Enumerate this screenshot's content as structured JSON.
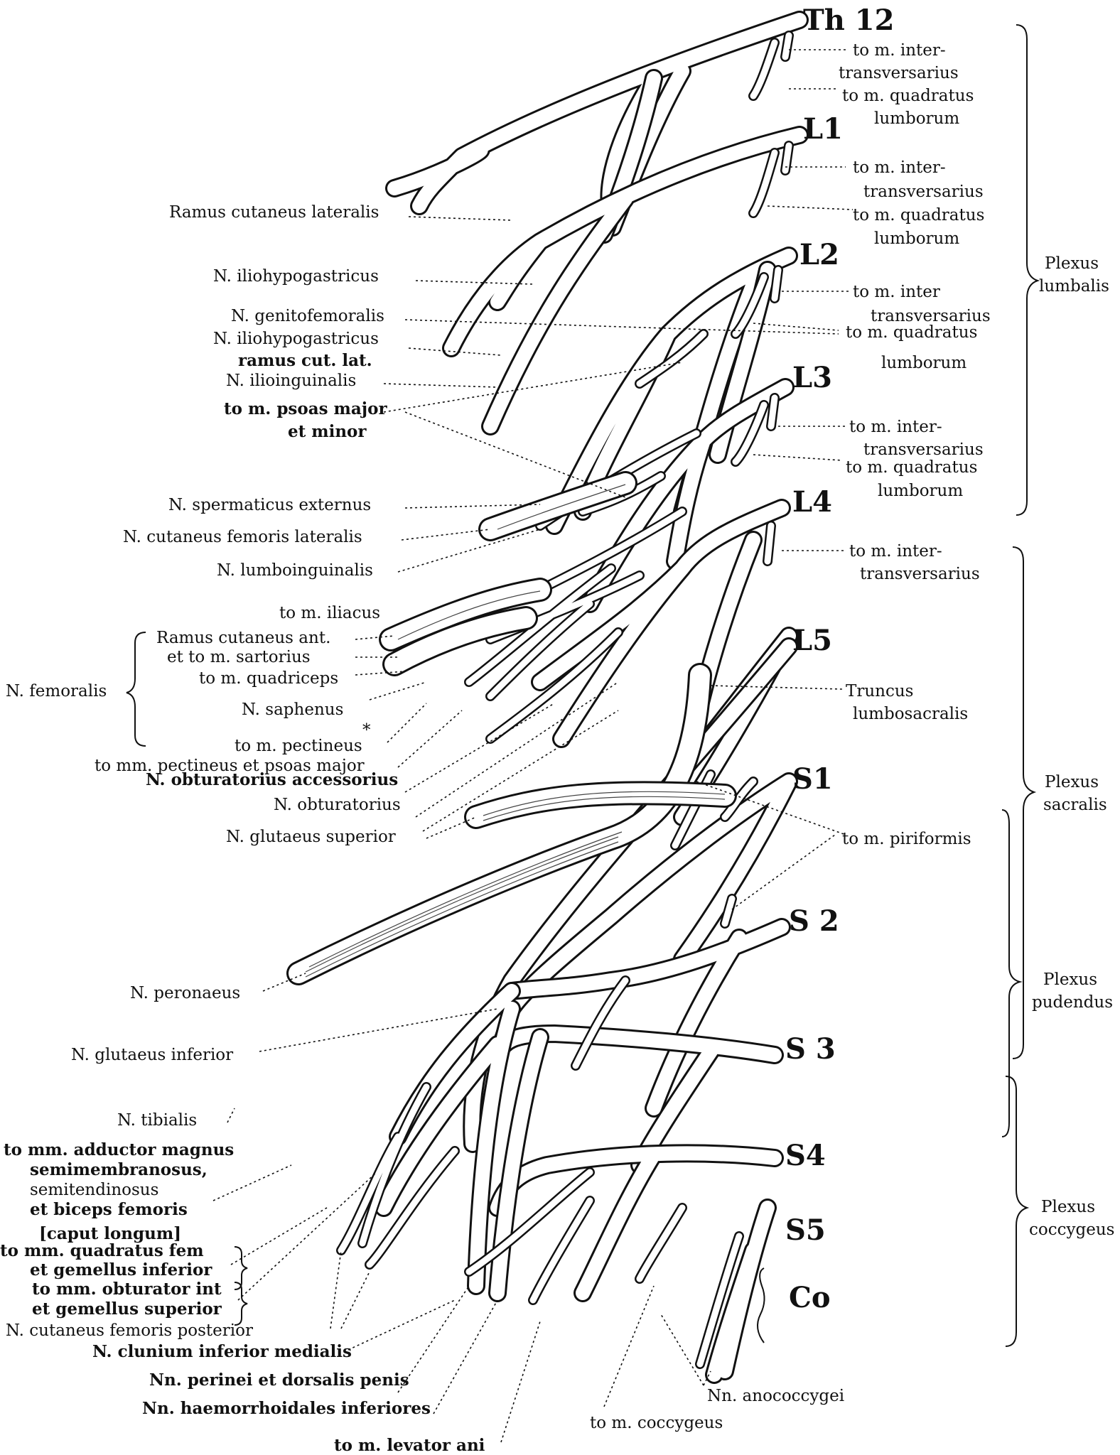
{
  "roots": {
    "th12": "Th 12",
    "l1": "L1",
    "l2": "L2",
    "l3": "L3",
    "l4": "L4",
    "l5": "L5",
    "s1": "S1",
    "s2": "S 2",
    "s3": "S 3",
    "s4": "S4",
    "s5": "S5",
    "co": "Co"
  },
  "right_labels": {
    "th12_a1": "to m. inter-",
    "th12_a2": "transversarius",
    "th12_b1": "to m. quadratus",
    "th12_b2": "lumborum",
    "l1_a1": "to m. inter-",
    "l1_a2": "transversarius",
    "l1_b1": "to m. quadratus",
    "l1_b2": "lumborum",
    "l2_a1": "to m. inter",
    "l2_a2": "transversarius",
    "l2_b1": "to m. quadratus",
    "l2_b2": "lumborum",
    "l3_a1": "to m. inter-",
    "l3_a2": "transversarius",
    "l3_b1": "to m. quadratus",
    "l3_b2": "lumborum",
    "l4_a1": "to m. inter-",
    "l4_a2": "transversarius",
    "truncus1": "Truncus",
    "truncus2": "lumbosacralis",
    "piriformis": "to m. piriformis"
  },
  "plexus": {
    "lumbalis1": "Plexus",
    "lumbalis2": "lumbalis",
    "sacralis1": "Plexus",
    "sacralis2": "sacralis",
    "pudendus1": "Plexus",
    "pudendus2": "pudendus",
    "coccygeus1": "Plexus",
    "coccygeus2": "coccygeus"
  },
  "left_labels": {
    "ramus_cut_lat": "Ramus cutaneus lateralis",
    "iliohypo": "N. iliohypogastricus",
    "genitofem": "N. genitofemoralis",
    "iliohypo_r1": "N. iliohypogastricus",
    "iliohypo_r2": "ramus cut. lat.",
    "ilioinguinalis": "N. ilioinguinalis",
    "psoas1": "to m. psoas major",
    "psoas2": "et minor",
    "spermaticus": "N. spermaticus externus",
    "cut_fem_lat": "N. cutaneus femoris lateralis",
    "lumboinguinalis": "N. lumboinguinalis",
    "iliacus": "to m. iliacus",
    "femoralis": "N. femoralis",
    "ram_cut_ant1": "Ramus cutaneus ant.",
    "ram_cut_ant2": "et to m. sartorius",
    "quadriceps": "to m. quadriceps",
    "saphenus": "N. saphenus",
    "asterisk": "*",
    "pectineus": "to m. pectineus",
    "pect_psoas": "to mm. pectineus et psoas major",
    "obt_acc": "N. obturatorius accessorius",
    "obturatorius": "N. obturatorius",
    "glut_sup": "N. glutaeus superior",
    "peronaeus": "N. peronaeus",
    "glut_inf": "N. glutaeus inferior",
    "tibialis": "N. tibialis",
    "adductor1": "to mm. adductor magnus",
    "adductor2": "semimembranosus,",
    "adductor3": "semitendinosus",
    "adductor4": "et biceps femoris",
    "adductor5": "[caput longum]",
    "quad_fem1": "to mm. quadratus fem",
    "quad_fem2": "et gemellus inferior",
    "obt_int1": "to mm. obturator int",
    "obt_int2": "et gemellus superior",
    "cut_fem_post": "N. cutaneus femoris posterior",
    "clunium": "N. clunium inferior medialis",
    "perinei": "Nn. perinei et dorsalis penis",
    "haemorrh": "Nn. haemorrhoidales inferiores",
    "levator": "to m. levator ani",
    "coccygeus": "to m. coccygeus",
    "anococcygei": "Nn. anococcygei"
  }
}
